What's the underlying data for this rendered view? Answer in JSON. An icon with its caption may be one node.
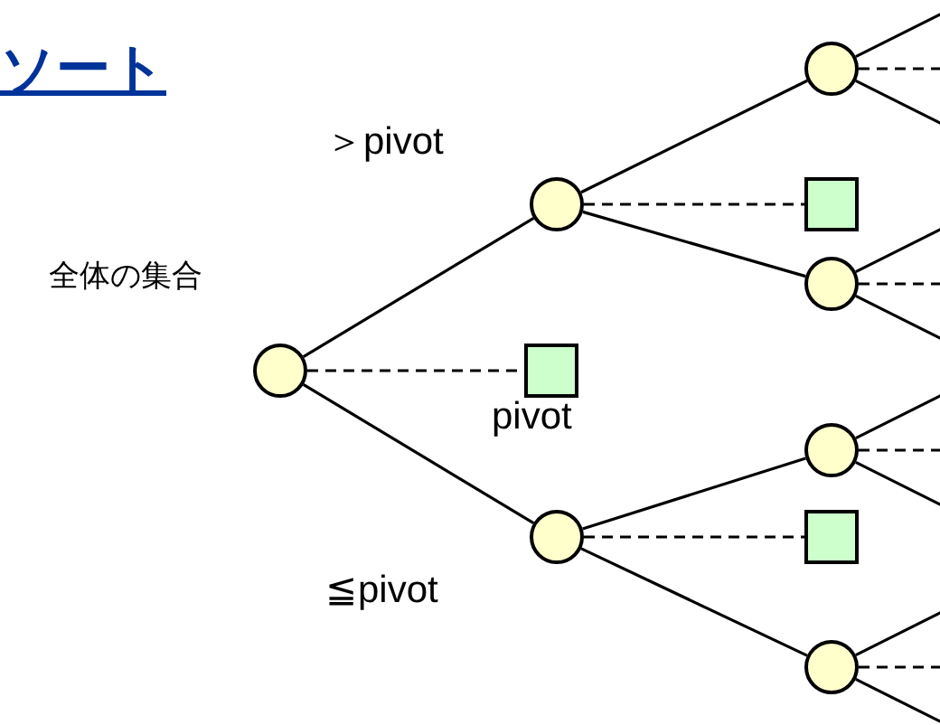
{
  "diagram": {
    "title": "ソート",
    "nodes": [
      {
        "text": [],
        "shape": "circle",
        "beside": [
          "全体の集合"
        ]
      },
      {
        "text": [],
        "shape": "box",
        "beside": [
          "pivot"
        ]
      },
      {
        "text": [],
        "shape": "circle"
      },
      {
        "text": [],
        "shape": "circle"
      },
      {
        "text": [],
        "shape": "box"
      },
      {
        "text": [],
        "shape": "circle"
      },
      {
        "text": [],
        "shape": "circle"
      },
      {
        "text": [],
        "shape": "box"
      },
      {
        "text": [],
        "shape": "circle"
      },
      {
        "text": [],
        "shape": "circle"
      }
    ],
    "edges": [
      {
        "from": 0,
        "to": 2,
        "arrow": "none"
      },
      {
        "from": 0,
        "to": 1,
        "arrow": "none",
        "style": "dashed"
      },
      {
        "from": 0,
        "to": 3,
        "arrow": "none"
      },
      {
        "from": 2,
        "to": 5,
        "arrow": "none"
      },
      {
        "from": 2,
        "to": 4,
        "arrow": "none",
        "style": "dashed"
      },
      {
        "from": 2,
        "to": 6,
        "arrow": "none"
      },
      {
        "from": 3,
        "to": 8,
        "arrow": "none"
      },
      {
        "from": 3,
        "to": 7,
        "arrow": "none",
        "style": "dashed"
      },
      {
        "from": 3,
        "to": 9,
        "arrow": "none"
      },
      {
        "from": 5,
        "to": null,
        "arrow": "none"
      },
      {
        "from": 5,
        "to": null,
        "arrow": "none",
        "style": "dashed"
      },
      {
        "from": 5,
        "to": null,
        "arrow": "none"
      },
      {
        "from": 6,
        "to": null,
        "arrow": "none"
      },
      {
        "from": 6,
        "to": null,
        "arrow": "none",
        "style": "dashed"
      },
      {
        "from": 6,
        "to": null,
        "arrow": "none"
      },
      {
        "from": 8,
        "to": null,
        "arrow": "none"
      },
      {
        "from": 8,
        "to": null,
        "arrow": "none",
        "style": "dashed"
      },
      {
        "from": 8,
        "to": null,
        "arrow": "none"
      },
      {
        "from": 9,
        "to": null,
        "arrow": "none"
      },
      {
        "from": 9,
        "to": null,
        "arrow": "none",
        "style": "dashed"
      },
      {
        "from": 9,
        "to": null,
        "arrow": "none"
      }
    ],
    "labels": [
      "＞pivot",
      "≦pivot"
    ]
  }
}
